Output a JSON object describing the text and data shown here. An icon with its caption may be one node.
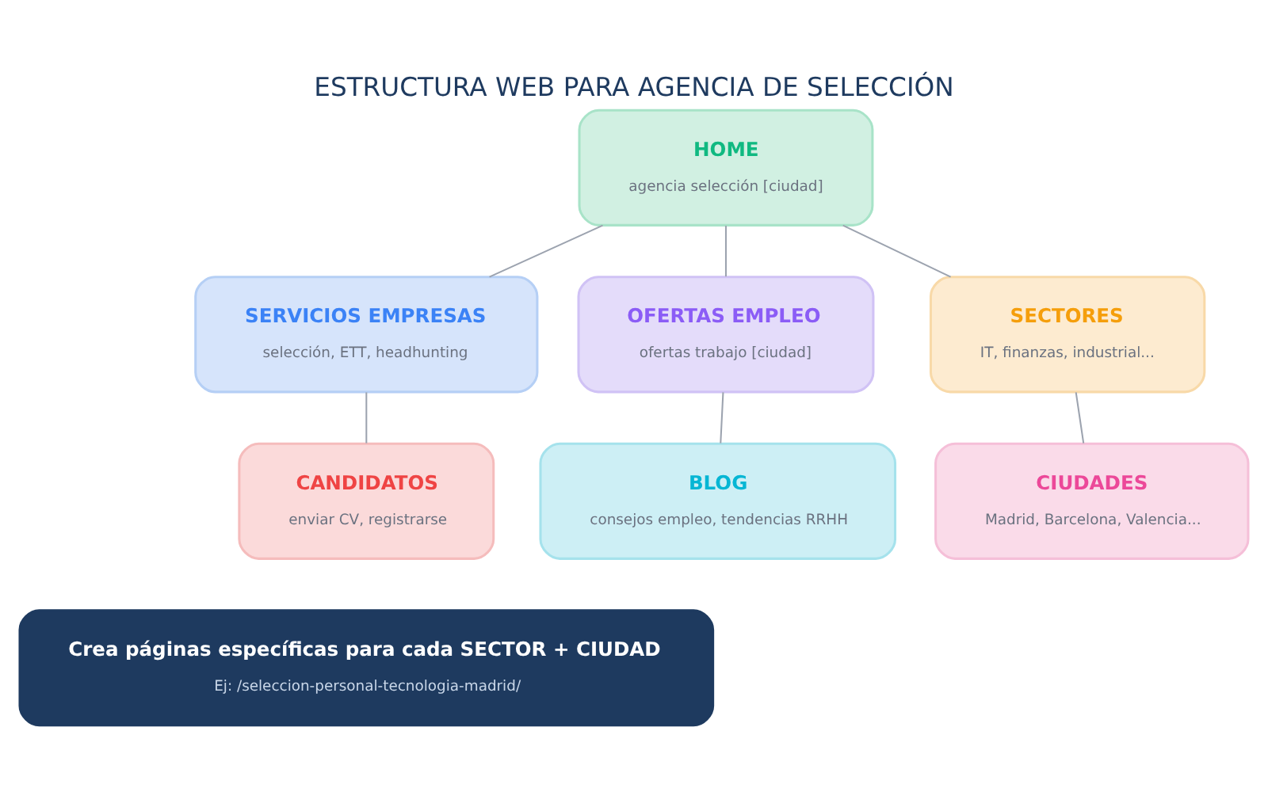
{
  "diagram": {
    "title": "ESTRUCTURA WEB PARA AGENCIA DE SELECCIÓN",
    "nodes": [
      {
        "text": [
          "HOME",
          "agencia selección [ciudad]"
        ]
      },
      {
        "text": [
          "SERVICIOS EMPRESAS",
          "selección, ETT, headhunting"
        ]
      },
      {
        "text": [
          "OFERTAS EMPLEO",
          "ofertas trabajo [ciudad]"
        ]
      },
      {
        "text": [
          "SECTORES",
          "IT, finanzas, industrial..."
        ]
      },
      {
        "text": [
          "CANDIDATOS",
          "enviar CV, registrarse"
        ]
      },
      {
        "text": [
          "BLOG",
          "consejos empleo, tendencias RRHH"
        ]
      },
      {
        "text": [
          "CIUDADES",
          "Madrid, Barcelona, Valencia..."
        ]
      },
      {
        "text": [
          "Crea páginas específicas para cada SECTOR + CIUDAD",
          "Ej: /seleccion-personal-tecnologia-madrid/"
        ]
      }
    ],
    "edges": [
      {
        "from": 0,
        "to": 1,
        "arrow": "none"
      },
      {
        "from": 0,
        "to": 2,
        "arrow": "none"
      },
      {
        "from": 0,
        "to": 3,
        "arrow": "none"
      },
      {
        "from": 1,
        "to": 4,
        "arrow": "none"
      },
      {
        "from": 2,
        "to": 5,
        "arrow": "none"
      },
      {
        "from": 3,
        "to": 6,
        "arrow": "none"
      }
    ]
  }
}
